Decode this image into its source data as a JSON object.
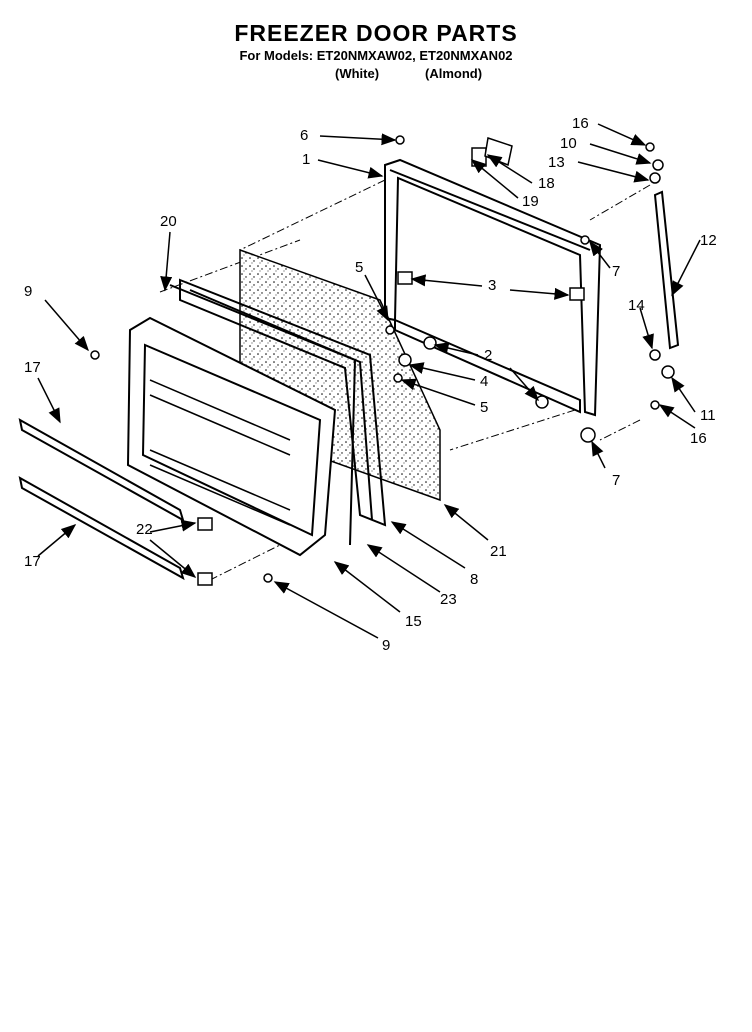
{
  "header": {
    "title": "FREEZER DOOR PARTS",
    "subtitle": "For Models: ET20NMXAW02, ET20NMXAN02",
    "color_white": "(White)",
    "color_almond": "(Almond)"
  },
  "callouts": {
    "c1": "1",
    "c2": "2",
    "c3": "3",
    "c4": "4",
    "c5a": "5",
    "c5b": "5",
    "c6": "6",
    "c7a": "7",
    "c7b": "7",
    "c8": "8",
    "c9a": "9",
    "c9b": "9",
    "c10": "10",
    "c11": "11",
    "c12": "12",
    "c13": "13",
    "c14": "14",
    "c15": "15",
    "c16a": "16",
    "c16b": "16",
    "c17a": "17",
    "c17b": "17",
    "c18": "18",
    "c19": "19",
    "c20": "20",
    "c21": "21",
    "c22": "22",
    "c23": "23"
  }
}
